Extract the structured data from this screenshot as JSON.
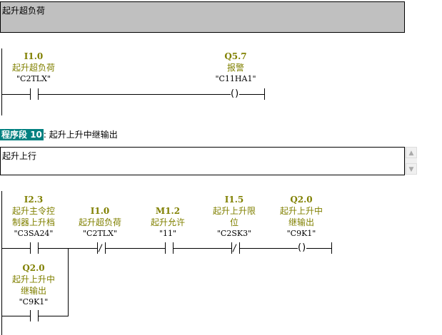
{
  "network9": {
    "comment": "起升超负荷",
    "contact1": {
      "address": "I1.0",
      "name": "起升超负荷",
      "symbol": "\"C2TLX\""
    },
    "coil": {
      "address": "Q5.7",
      "name": "报警",
      "symbol": "\"C11HA1\""
    }
  },
  "network10": {
    "label": "程序段",
    "number": "10",
    "title": ": 起升上升中继输出",
    "comment": "起升上行",
    "c1": {
      "address": "I2.3",
      "name1": "起升主令控",
      "name2": "制器上升档",
      "symbol": "\"C3SA24\""
    },
    "c2": {
      "address": "I1.0",
      "name": "起升超负荷",
      "symbol": "\"C2TLX\""
    },
    "c3": {
      "address": "M1.2",
      "name": "起升允许",
      "symbol": "\"11\""
    },
    "c4": {
      "address": "I1.5",
      "name1": "起升上升限",
      "name2": "位",
      "symbol": "\"C2SK3\""
    },
    "coil": {
      "address": "Q2.0",
      "name1": "起升上升中",
      "name2": "继输出",
      "symbol": "\"C9K1\""
    },
    "branch": {
      "address": "Q2.0",
      "name1": "起升上升中",
      "name2": "继输出",
      "symbol": "\"C9K1\""
    }
  },
  "scroll": {
    "up": "▲",
    "down": "▼"
  },
  "colors": {
    "olive": "#808000",
    "teal": "#008080",
    "commentbg": "#c0c0c0"
  }
}
